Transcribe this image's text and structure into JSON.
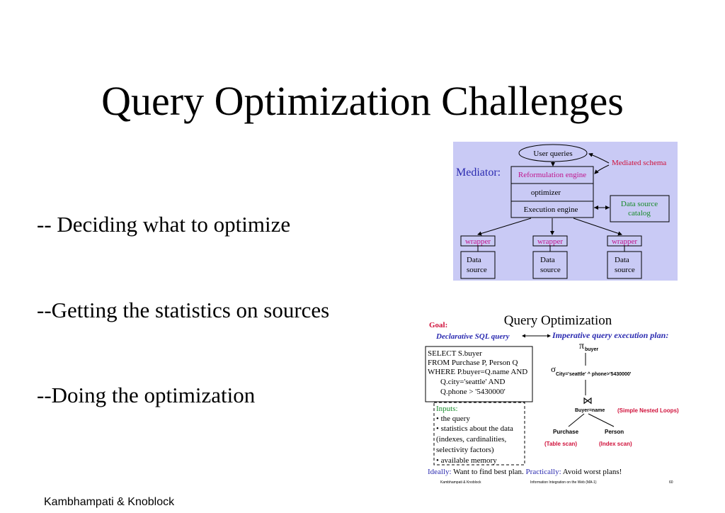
{
  "slide": {
    "title": "Query Optimization Challenges",
    "bullets": [
      "-- Deciding what to optimize",
      "--Getting the statistics on sources",
      "--Doing the optimization"
    ],
    "footer": "Kambhampati & Knoblock"
  },
  "mediator_diagram": {
    "mediator_label": "Mediator:",
    "user_queries": "User queries",
    "mediated_schema": "Mediated schema",
    "reformulation_engine": "Reformulation engine",
    "optimizer": "optimizer",
    "execution_engine": "Execution engine",
    "catalog_line1": "Data source",
    "catalog_line2": "catalog",
    "wrappers": [
      "wrapper",
      "wrapper",
      "wrapper"
    ],
    "source_line1": "Data",
    "source_line2": "source",
    "colors": {
      "background": "#c9caf5",
      "accent_magenta": "#c0148c",
      "accent_green": "#178a2a",
      "accent_red": "#d0103a",
      "accent_blue": "#2a2ab0"
    }
  },
  "optimization_figure": {
    "title": "Query Optimization",
    "goal_label": "Goal:",
    "declarative": "Declarative SQL query",
    "imperative": "Imperative query execution plan:",
    "sql": [
      "SELECT   S.buyer",
      "FROM Purchase P, Person Q",
      "WHERE P.buyer=Q.name AND",
      "Q.city='seattle' AND",
      "Q.phone > '5430000'"
    ],
    "pi_symbol": "π",
    "pi_subscript": "buyer",
    "sigma_symbol": "σ",
    "sigma_subscript": "City='seattle' ^ phone>'5430000'",
    "join_symbol": "⋈",
    "join_condition": "Buyer=name",
    "join_method": "(Simple Nested Loops)",
    "left_relation": "Purchase",
    "right_relation": "Person",
    "left_scan": "(Table scan)",
    "right_scan": "(Index scan)",
    "inputs_label": "Inputs:",
    "inputs": [
      "•  the query",
      "•  statistics about the data",
      "(indexes, cardinalities,",
      "selectivity factors)",
      "•  available memory"
    ],
    "ideally_label": "Ideally:",
    "ideally_text": "Want to find best plan.",
    "practically_label": "Practically:",
    "practically_text": "Avoid worst plans!",
    "footer_left": "Kambhampati & Knoblock",
    "footer_center": "Information Integration on the Web (MA-1)",
    "footer_right": "60"
  }
}
